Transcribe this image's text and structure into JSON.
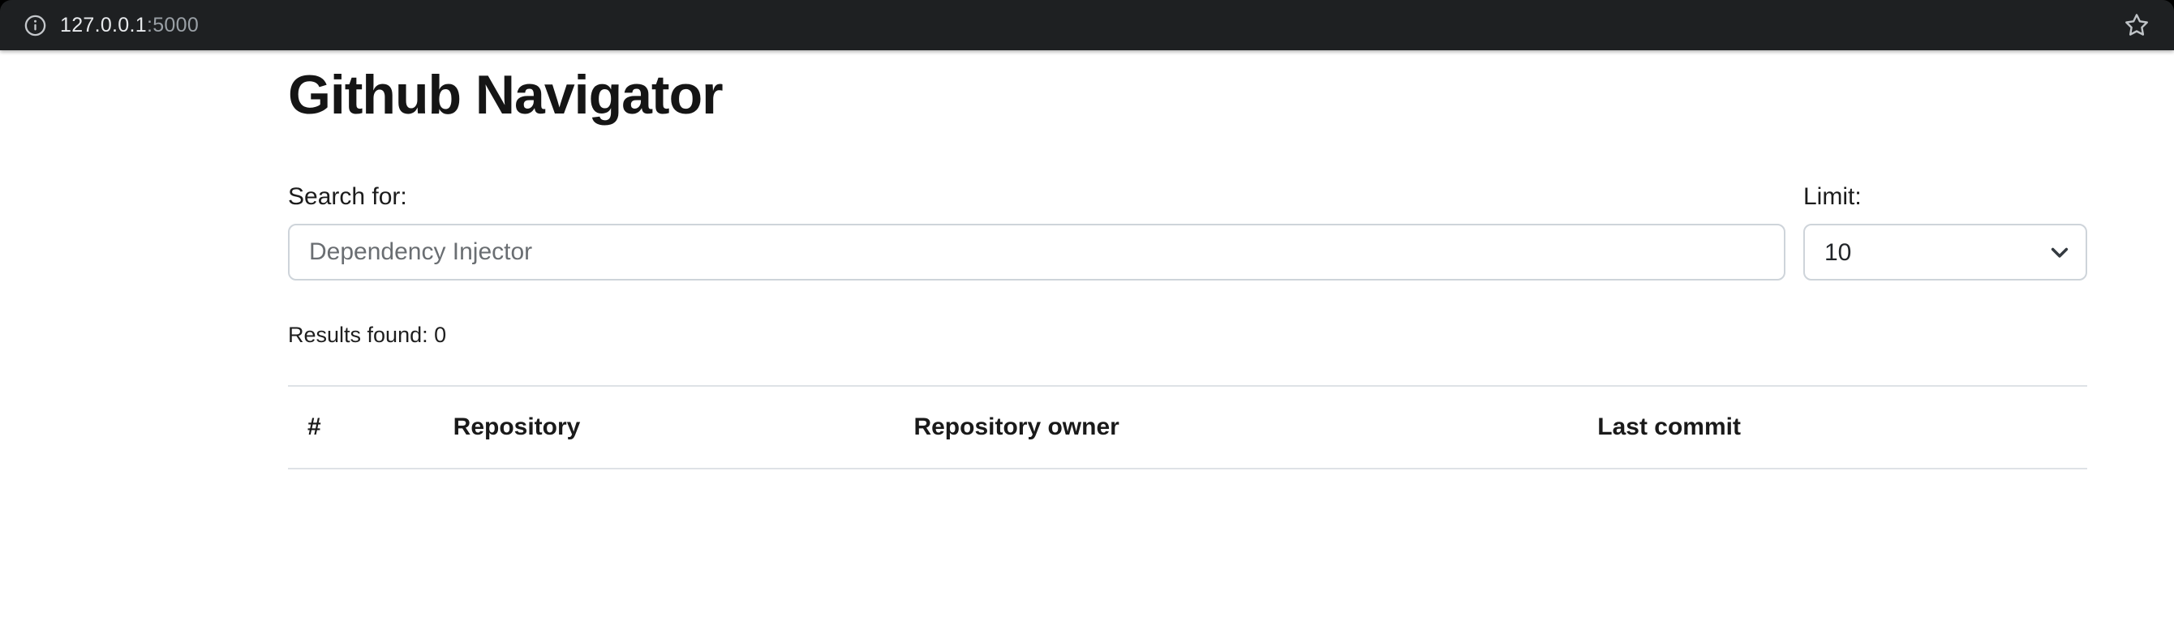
{
  "browser": {
    "host": "127.0.0.1",
    "port": ":5000"
  },
  "main": {
    "title": "Github Navigator",
    "search": {
      "label": "Search for:",
      "value": "Dependency Injector"
    },
    "limit": {
      "label": "Limit:",
      "selected": "10"
    },
    "results_summary": "Results found: 0",
    "table": {
      "headers": [
        "#",
        "Repository",
        "Repository owner",
        "Last commit"
      ],
      "rows": []
    }
  }
}
